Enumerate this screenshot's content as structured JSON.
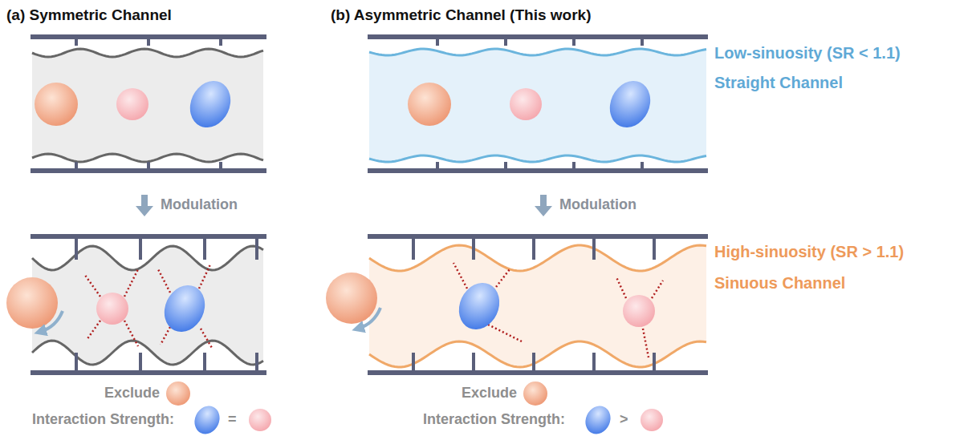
{
  "diagram": {
    "labels": [
      "(a) Symmetric Channel",
      "(b) Asymmetric Channel (This work)",
      "Modulation",
      "Modulation",
      "Low-sinuosity (SR < 1.1)",
      "Straight Channel",
      "High-sinuosity (SR > 1.1)",
      "Sinuous Channel",
      "Exclude",
      "Interaction Strength:",
      "=",
      "Exclude",
      "Interaction Strength:",
      ">"
    ]
  }
}
